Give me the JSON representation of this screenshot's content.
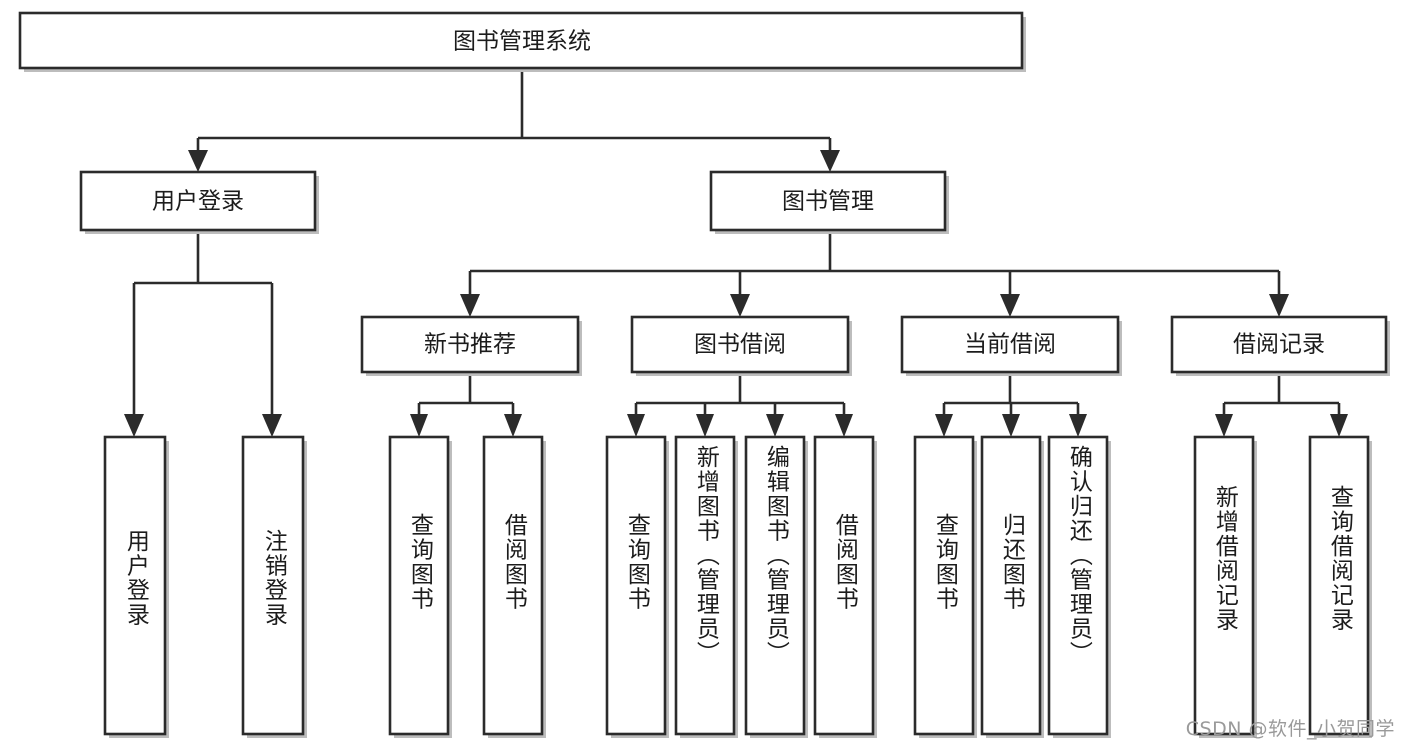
{
  "diagram": {
    "type": "tree",
    "title": "图书管理系统",
    "root": {
      "id": "root",
      "label": "图书管理系统",
      "orientation": "horizontal"
    },
    "level2": [
      {
        "id": "user-login",
        "label": "用户登录",
        "orientation": "horizontal"
      },
      {
        "id": "book-manage",
        "label": "图书管理",
        "orientation": "horizontal"
      }
    ],
    "level3": [
      {
        "id": "new-book-rec",
        "label": "新书推荐",
        "orientation": "horizontal",
        "parent": "book-manage"
      },
      {
        "id": "book-borrow",
        "label": "图书借阅",
        "orientation": "horizontal",
        "parent": "book-manage"
      },
      {
        "id": "current-borrow",
        "label": "当前借阅",
        "orientation": "horizontal",
        "parent": "book-manage"
      },
      {
        "id": "borrow-record",
        "label": "借阅记录",
        "orientation": "horizontal",
        "parent": "book-manage"
      }
    ],
    "leaves": {
      "user_login": [
        {
          "id": "leaf-user-login",
          "label": "用户登录"
        },
        {
          "id": "leaf-user-logout",
          "label": "注销登录"
        }
      ],
      "new_book_rec": [
        {
          "id": "leaf-query-book-1",
          "label": "查询图书"
        },
        {
          "id": "leaf-borrow-book-1",
          "label": "借阅图书"
        }
      ],
      "book_borrow": [
        {
          "id": "leaf-query-book-2",
          "label": "查询图书"
        },
        {
          "id": "leaf-add-book",
          "label": "新增图书（管理员）"
        },
        {
          "id": "leaf-edit-book",
          "label": "编辑图书（管理员）"
        },
        {
          "id": "leaf-borrow-book-2",
          "label": "借阅图书"
        }
      ],
      "current_borrow": [
        {
          "id": "leaf-query-book-3",
          "label": "查询图书"
        },
        {
          "id": "leaf-return-book",
          "label": "归还图书"
        },
        {
          "id": "leaf-confirm-return",
          "label": "确认归还（管理员）"
        }
      ],
      "borrow_record": [
        {
          "id": "leaf-add-record",
          "label": "新增借阅记录"
        },
        {
          "id": "leaf-query-record",
          "label": "查询借阅记录"
        }
      ]
    }
  },
  "watermark": {
    "text": "CSDN @软件_小贺同学"
  },
  "colors": {
    "box_stroke": "#2b2b2b",
    "box_fill": "#ffffff",
    "text": "#1c1c1c",
    "shadow": "#bdbdbd",
    "watermark": "#9a9a9a",
    "background": "#ffffff"
  }
}
